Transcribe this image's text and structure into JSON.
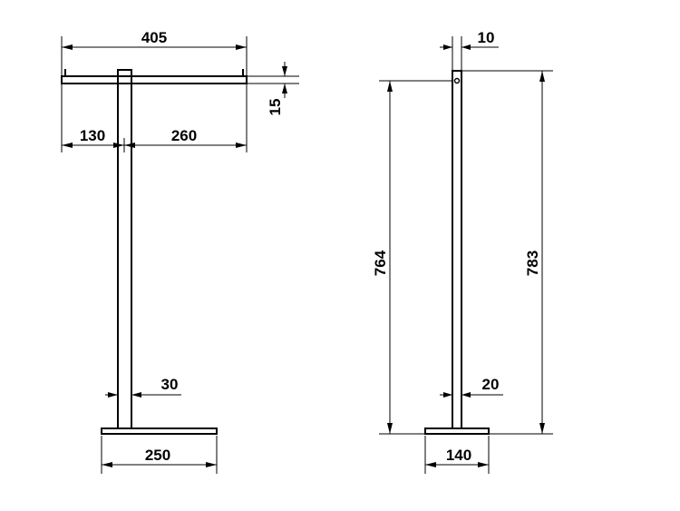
{
  "front_view": {
    "total_width": "405",
    "bar_thickness": "15",
    "left_arm": "130",
    "right_arm": "260",
    "pole_width": "30",
    "base_width": "250"
  },
  "side_view": {
    "top_width": "10",
    "height_inner": "764",
    "height_total": "783",
    "pole_width": "20",
    "base_width": "140"
  },
  "colors": {
    "line": "#000000",
    "background": "#ffffff"
  }
}
